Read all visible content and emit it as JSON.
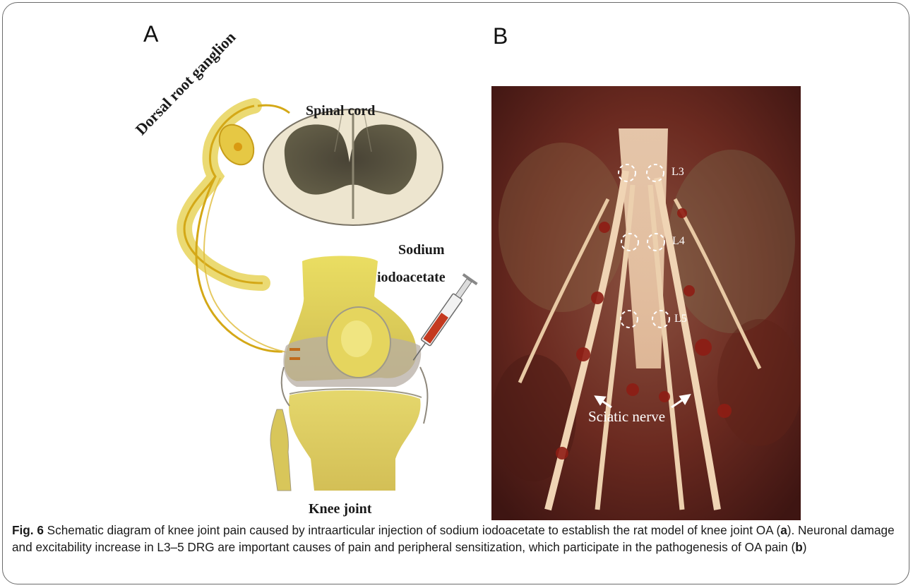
{
  "panels": {
    "a_letter": "A",
    "b_letter": "B"
  },
  "diagram": {
    "spinal_cord": "Spinal cord",
    "dorsal_root_ganglion": "Dorsal root ganglion",
    "sodium": "Sodium",
    "iodoacetate": "iodoacetate",
    "knee_joint": "Knee joint"
  },
  "photo": {
    "l3": "L3",
    "l4": "L4",
    "l5": "L5",
    "sciatic_nerve": "Sciatic nerve"
  },
  "caption": {
    "fig_label": "Fig. 6",
    "text_1": " Schematic diagram of knee joint pain caused by intraarticular injection of sodium iodoacetate to establish the rat model of knee joint OA (",
    "bold_a": "a",
    "text_2": "). Neuronal damage and excitability increase in L3–5 DRG are important causes of pain and peripheral sensitization, which participate in the pathogenesis of OA pain (",
    "bold_b": "b",
    "text_3": ")"
  }
}
